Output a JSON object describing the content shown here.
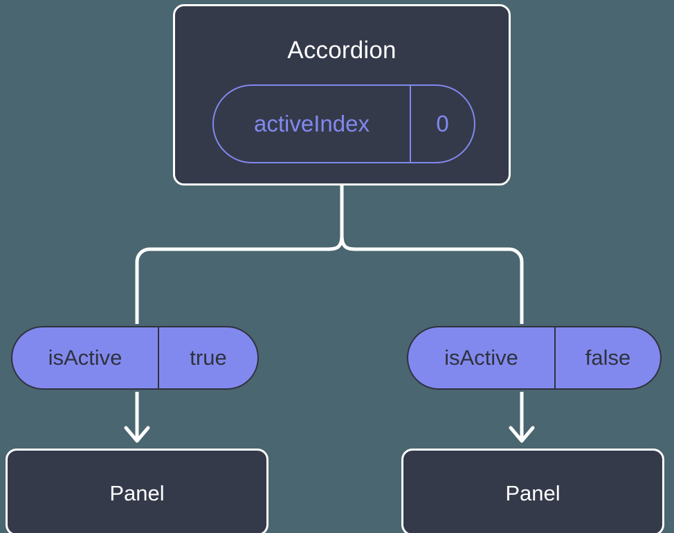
{
  "diagram": {
    "background_color": "#4a6670",
    "node_color": "#343a4a",
    "accent_color": "#8289ee",
    "line_color": "#ffffff",
    "root": {
      "title": "Accordion",
      "state_pill": {
        "key": "activeIndex",
        "value": "0"
      }
    },
    "branches": [
      {
        "prop_pill": {
          "key": "isActive",
          "value": "true"
        },
        "child": {
          "title": "Panel"
        }
      },
      {
        "prop_pill": {
          "key": "isActive",
          "value": "false"
        },
        "child": {
          "title": "Panel"
        }
      }
    ]
  }
}
